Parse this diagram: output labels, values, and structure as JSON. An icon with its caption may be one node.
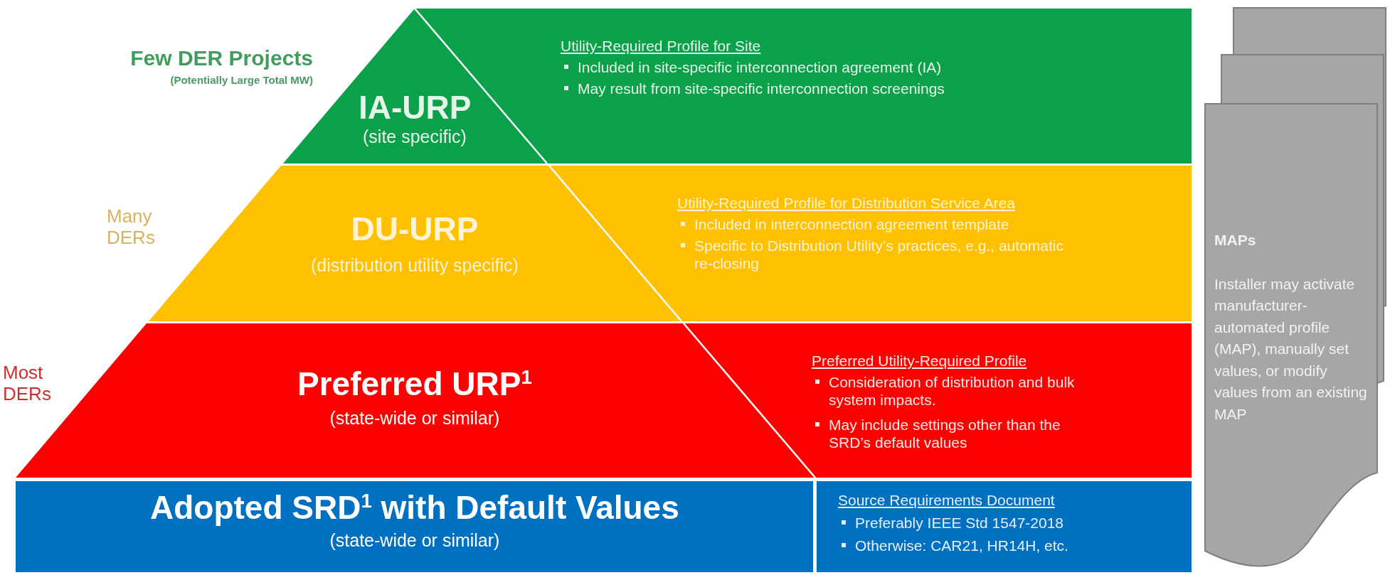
{
  "diagram": {
    "nodes": [
      {
        "text": [
          "IA-URP",
          "(site specific)",
          "Utility-Required Profile for Site",
          "Included in site-specific interconnection agreement (IA)",
          "May result from site-specific interconnection screenings"
        ],
        "beside": [
          "Few DER Projects",
          "(Potentially Large Total MW)"
        ]
      },
      {
        "text": [
          "DU-URP",
          "(distribution utility specific)",
          "Utility-Required Profile for Distribution Service Area",
          "Included in interconnection agreement template",
          "Specific to Distribution Utility’s practices, e.g., automatic re-closing"
        ],
        "beside": [
          "Many DERs"
        ]
      },
      {
        "text": [
          "Preferred URP$^{1}$",
          "(state-wide or similar)",
          "Preferred Utility-Required Profile",
          "Consideration of distribution and bulk system impacts.",
          "May include settings other than the SRD’s default values"
        ],
        "beside": [
          "Most DERs"
        ]
      },
      {
        "text": [
          "Adopted SRD$^{1}$ with Default Values",
          "(state-wide or similar)"
        ]
      },
      {
        "text": [
          "Source Requirements Document",
          "Preferably IEEE Std 1547-2018",
          "Otherwise: CAR21, HR14H, etc."
        ]
      },
      {
        "text": [
          "MAPs",
          "Installer may activate manufacturer-automated profile (MAP), manually set values, or modify values from an existing MAP"
        ]
      }
    ],
    "edges": []
  }
}
